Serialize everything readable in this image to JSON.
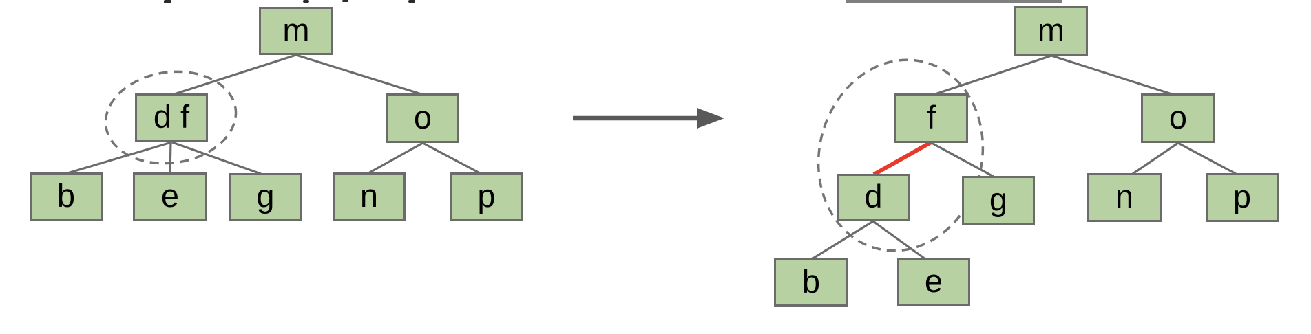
{
  "colors": {
    "node_fill": "#b7d1a3",
    "node_border": "#6b6b6b",
    "edge_gray": "#6b6b6b",
    "dashed_outline": "#757575",
    "arrow_gray": "#595959",
    "highlight_red": "#e8392b",
    "label_text": "#000000",
    "background": "#ffffff"
  },
  "left_tree": {
    "nodes": {
      "m": "m",
      "df": "d f",
      "o": "o",
      "b": "b",
      "e": "e",
      "g": "g",
      "n": "n",
      "p": "p"
    },
    "edges": [
      [
        "m",
        "df"
      ],
      [
        "m",
        "o"
      ],
      [
        "df",
        "b"
      ],
      [
        "df",
        "e"
      ],
      [
        "df",
        "g"
      ],
      [
        "o",
        "n"
      ],
      [
        "o",
        "p"
      ]
    ],
    "dashed_ellipse_around": [
      "df"
    ]
  },
  "right_tree": {
    "nodes": {
      "m": "m",
      "f": "f",
      "o": "o",
      "d": "d",
      "g": "g",
      "n": "n",
      "p": "p",
      "b": "b",
      "e": "e"
    },
    "edges": [
      [
        "m",
        "f"
      ],
      [
        "m",
        "o"
      ],
      [
        "f",
        "d"
      ],
      [
        "f",
        "g"
      ],
      [
        "d",
        "b"
      ],
      [
        "d",
        "e"
      ],
      [
        "o",
        "n"
      ],
      [
        "o",
        "p"
      ]
    ],
    "dashed_ellipse_around": [
      "f",
      "d"
    ],
    "highlighted_edge": [
      "f",
      "d"
    ]
  },
  "arrow": {
    "icon": "right-arrow",
    "direction": "right"
  }
}
